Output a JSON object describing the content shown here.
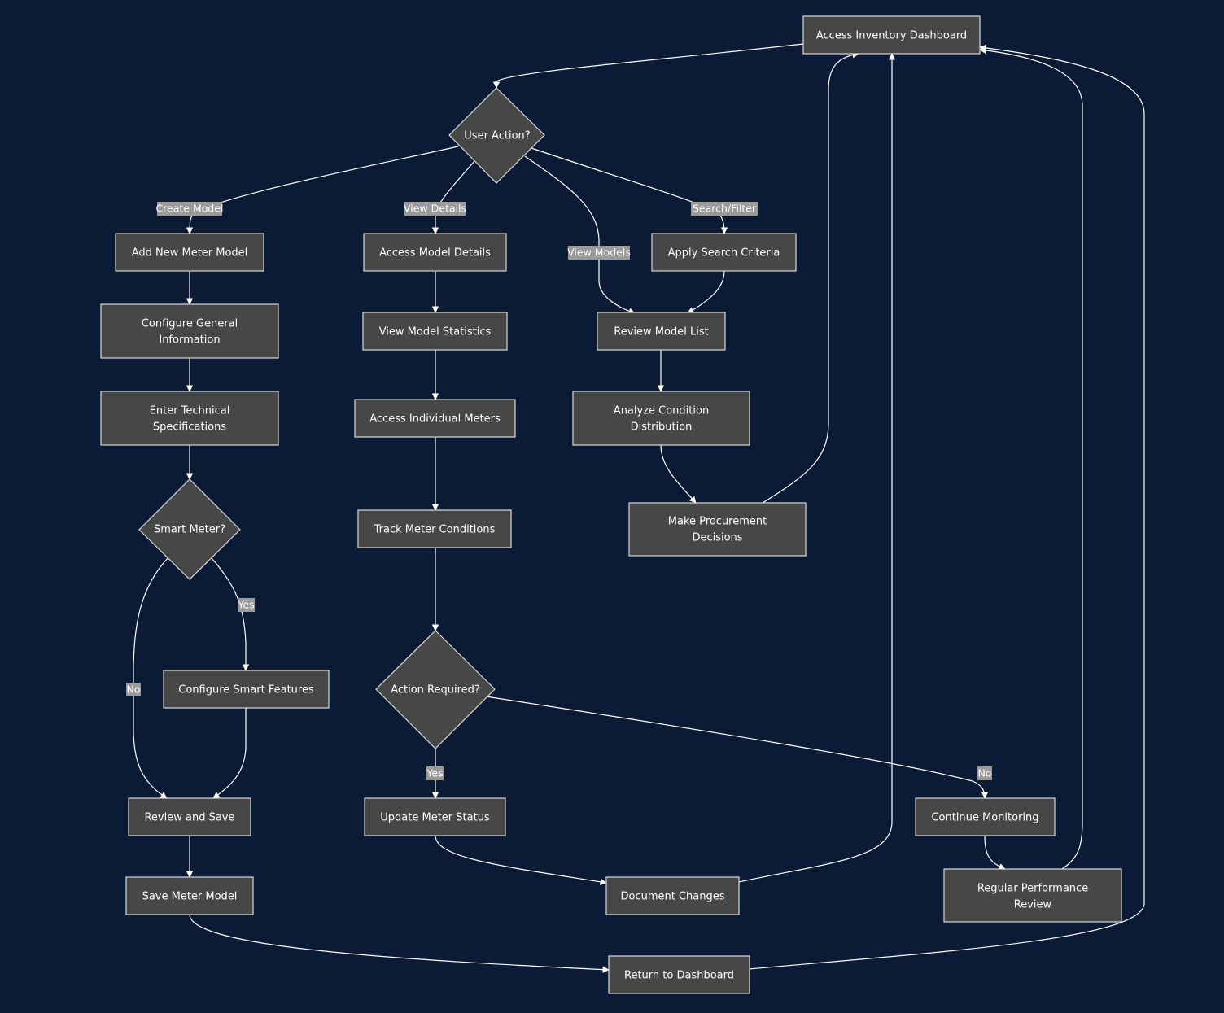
{
  "colors": {
    "background": "#0b1a35",
    "node_fill": "#474747",
    "node_stroke": "#d9d9d9",
    "edge": "#ffffff",
    "edge_label_bg": "#9a9a9a",
    "text": "#ffffff"
  },
  "nodes": {
    "dashboard": [
      "Access Inventory Dashboard"
    ],
    "user_action": [
      "User Action?"
    ],
    "add_model": [
      "Add New Meter Model"
    ],
    "config_general": [
      "Configure General",
      "Information"
    ],
    "enter_tech": [
      "Enter Technical",
      "Specifications"
    ],
    "smart_meter": [
      "Smart Meter?"
    ],
    "config_smart": [
      "Configure Smart Features"
    ],
    "review_save": [
      "Review and Save"
    ],
    "save_model": [
      "Save Meter Model"
    ],
    "model_details": [
      "Access Model Details"
    ],
    "model_stats": [
      "View Model Statistics"
    ],
    "individual_meters": [
      "Access Individual Meters"
    ],
    "track_conditions": [
      "Track Meter Conditions"
    ],
    "action_required": [
      "Action Required?"
    ],
    "update_status": [
      "Update Meter Status"
    ],
    "document_changes": [
      "Document Changes"
    ],
    "search_criteria": [
      "Apply Search Criteria"
    ],
    "review_list": [
      "Review Model List"
    ],
    "analyze_condition": [
      "Analyze Condition",
      "Distribution"
    ],
    "procurement": [
      "Make Procurement",
      "Decisions"
    ],
    "continue_monitoring": [
      "Continue Monitoring"
    ],
    "performance_review": [
      "Regular Performance",
      "Review"
    ],
    "return_dashboard": [
      "Return to Dashboard"
    ]
  },
  "edge_labels": {
    "create_model": "Create Model",
    "view_details": "View Details",
    "view_models": "View Models",
    "search_filter": "Search/Filter",
    "smart_yes": "Yes",
    "smart_no": "No",
    "action_yes": "Yes",
    "action_no": "No"
  }
}
